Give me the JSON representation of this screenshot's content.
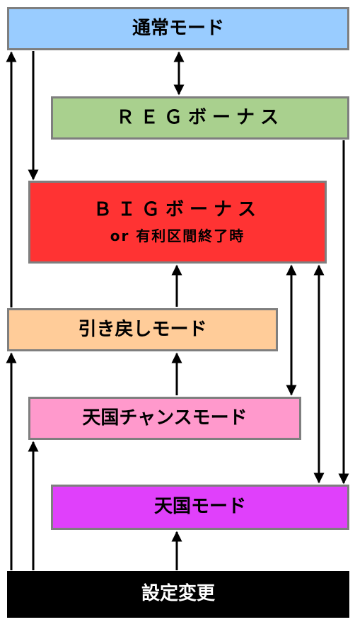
{
  "boxes": {
    "normal_mode": "通常モード",
    "reg_bonus": "ＲＥＧボーナス",
    "big_bonus": "ＢＩＧボーナス",
    "big_bonus_sub": "or 有利区間終了時",
    "hikimodoshi_mode": "引き戻しモード",
    "tengoku_chance_mode": "天国チャンスモード",
    "tengoku_mode": "天国モード",
    "settei_henkou": "設定変更"
  },
  "colors": {
    "normal_mode": "#99ccff",
    "reg_bonus": "#a9d08e",
    "big_bonus": "#ff3333",
    "hikimodoshi_mode": "#ffcc99",
    "tengoku_chance_mode": "#ff99cc",
    "tengoku_mode": "#e040fb",
    "settei_henkou": "#000000",
    "border": "#7f7f7f",
    "arrow": "#000000"
  },
  "edges": [
    {
      "from": "normal_mode",
      "to": "big_bonus"
    },
    {
      "from": "normal_mode",
      "to": "reg_bonus",
      "bidirectional": true
    },
    {
      "from": "reg_bonus",
      "to": "tengoku_mode"
    },
    {
      "from": "hikimodoshi_mode",
      "to": "normal_mode"
    },
    {
      "from": "hikimodoshi_mode",
      "to": "big_bonus"
    },
    {
      "from": "big_bonus",
      "to": "tengoku_chance_mode",
      "bidirectional": true
    },
    {
      "from": "big_bonus",
      "to": "tengoku_mode",
      "bidirectional": true
    },
    {
      "from": "tengoku_chance_mode",
      "to": "hikimodoshi_mode"
    },
    {
      "from": "settei_henkou",
      "to": "hikimodoshi_mode"
    },
    {
      "from": "settei_henkou",
      "to": "tengoku_chance_mode"
    },
    {
      "from": "settei_henkou",
      "to": "tengoku_mode"
    }
  ]
}
